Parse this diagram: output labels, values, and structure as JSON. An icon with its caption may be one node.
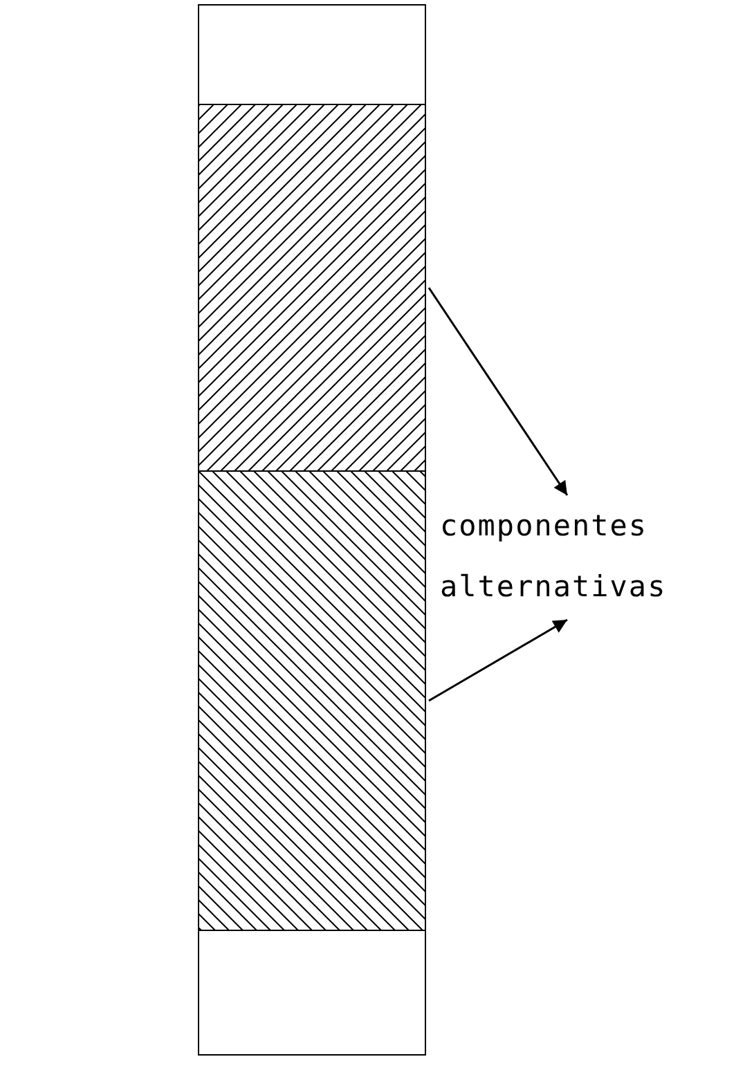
{
  "diagram": {
    "nodes": [
      {
        "text": [],
        "shape": "box"
      },
      {
        "text": [],
        "shape": "box"
      },
      {
        "text": [],
        "shape": "box"
      },
      {
        "text": [],
        "shape": "box"
      },
      {
        "text": [
          "componentes alternativas"
        ]
      }
    ],
    "edges": [
      {
        "from": 1,
        "to": 4,
        "arrow": "to"
      },
      {
        "from": 2,
        "to": 4,
        "arrow": "to"
      }
    ]
  }
}
